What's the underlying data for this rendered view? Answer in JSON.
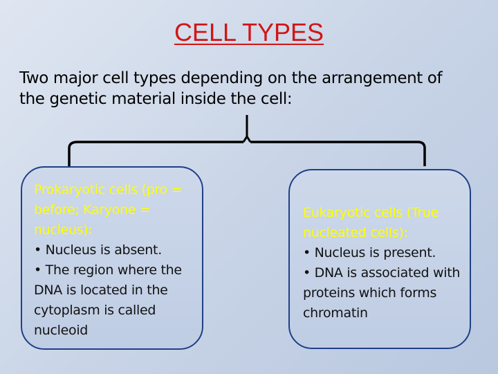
{
  "title": "CELL TYPES",
  "intro": "Two major cell types depending on the arrangement of the genetic material inside the cell:",
  "left_box": {
    "heading": "Prokaryotic cells (pro = before; Karyone = nucleus):",
    "bullets": [
      "• Nucleus is absent.",
      "• The region where the DNA is located in the cytoplasm is called nucleoid"
    ]
  },
  "right_box": {
    "heading": "Eukaryotic cells (True nucleated cells):",
    "bullets": [
      "• Nucleus is present.",
      "• DNA is associated with proteins which forms chromatin"
    ]
  },
  "colors": {
    "title": "#d11515",
    "heading": "#ffff00",
    "box_border": "#1f3f86",
    "bracket": "#000000"
  }
}
